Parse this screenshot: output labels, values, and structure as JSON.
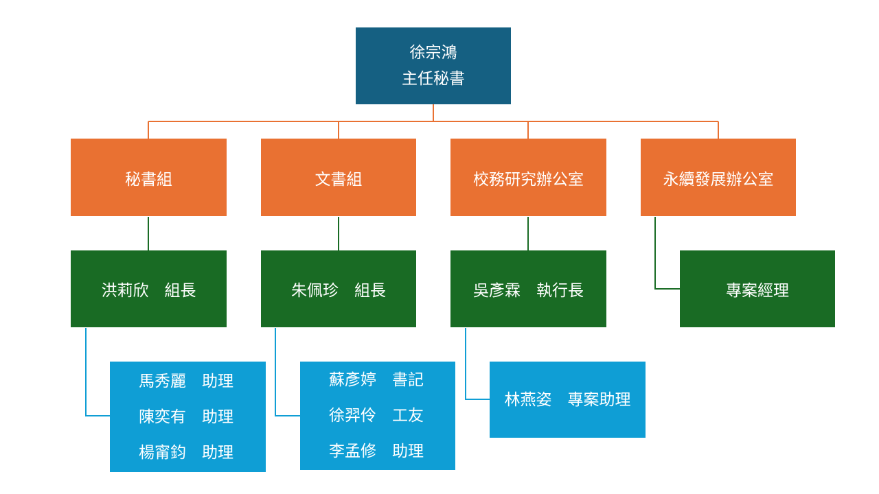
{
  "top": {
    "name": "徐宗鴻",
    "title": "主任秘書"
  },
  "departments": [
    {
      "name": "秘書組",
      "lead": "洪莉欣　組長",
      "staff": [
        "馬秀麗　助理",
        "陳奕有　助理",
        "楊甯鈞　助理"
      ]
    },
    {
      "name": "文書組",
      "lead": "朱佩珍　組長",
      "staff": [
        "蘇彥婷　書記",
        "徐羿伶　工友",
        "李孟修　助理"
      ]
    },
    {
      "name": "校務研究辦公室",
      "lead": "吳彥霖　執行長",
      "staff": [
        "林燕姿　專案助理"
      ]
    },
    {
      "name": "永續發展辦公室",
      "lead": "專案經理",
      "staff": []
    }
  ],
  "colors": {
    "top": "#156082",
    "department": "#E97132",
    "lead": "#196B24",
    "staff": "#0F9ED5"
  }
}
